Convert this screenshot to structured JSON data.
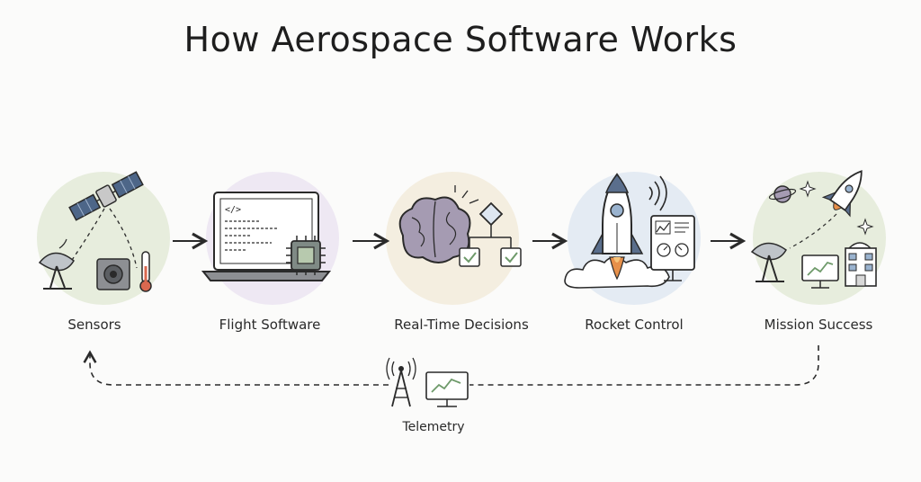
{
  "title": "How Aerospace Software Works",
  "stages": [
    {
      "label": "Sensors",
      "bg": "#e7eddd"
    },
    {
      "label": "Flight Software",
      "bg": "#eee8f3"
    },
    {
      "label": "Real-Time Decisions",
      "bg": "#f4eee0"
    },
    {
      "label": "Rocket Control",
      "bg": "#e4ebf3"
    },
    {
      "label": "Mission Success",
      "bg": "#e7eddd"
    }
  ],
  "telemetry": {
    "label": "Telemetry"
  },
  "colors": {
    "ink": "#2a2a2a",
    "accent_green": "#6e9a6a",
    "accent_blue": "#5a6e8c",
    "flame": "#e7904a",
    "brain": "#a59bb2"
  }
}
